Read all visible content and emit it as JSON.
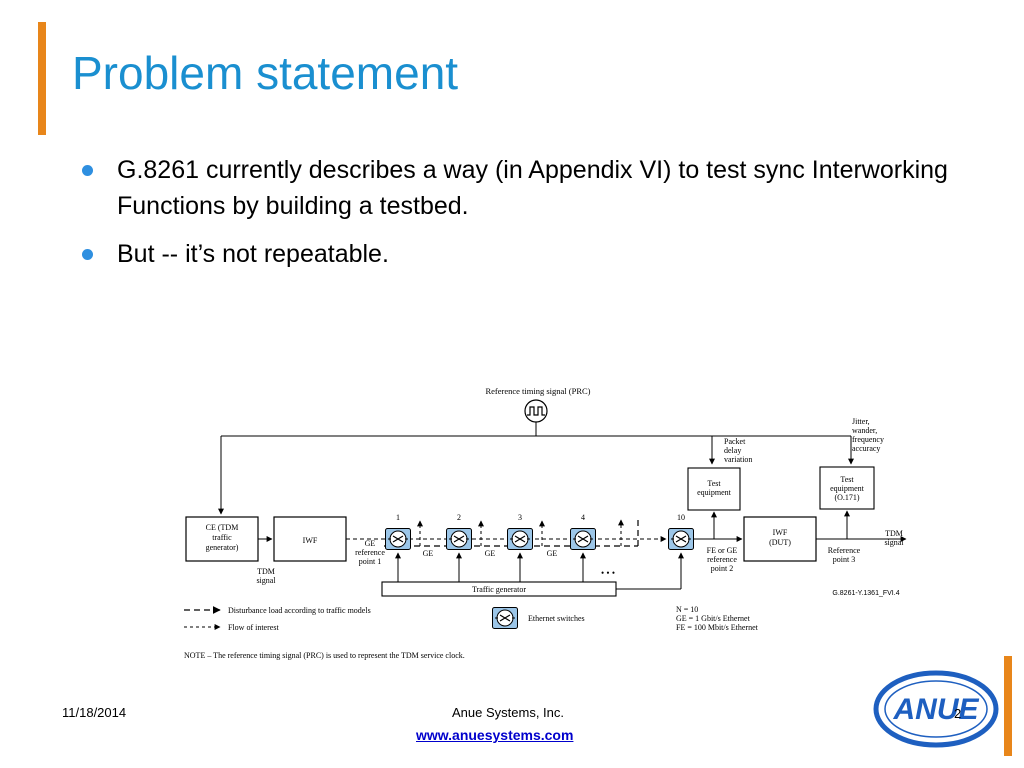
{
  "slide": {
    "title": "Problem statement",
    "bullets": [
      "G.8261 currently describes a way (in Appendix VI) to test sync Interworking Functions by building a testbed.",
      "But -- it’s not repeatable."
    ],
    "accent_color": "#E8861A",
    "title_color": "#1A8FD0",
    "bullet_color": "#2E8FE0"
  },
  "diagram": {
    "prc_label": "Reference timing signal (PRC)",
    "ce_label": [
      "CE (TDM",
      "traffic",
      "generator)"
    ],
    "iwf_label": "IWF",
    "tdm_signal_left": [
      "TDM",
      "signal"
    ],
    "ge_ref1": [
      "GE",
      "reference",
      "point 1"
    ],
    "ge_label": "GE",
    "switch_numbers": [
      "1",
      "2",
      "3",
      "4",
      "10"
    ],
    "traffic_generator": "Traffic generator",
    "ellipsis": "• • •",
    "pdv_label": [
      "Packet",
      "delay",
      "variation"
    ],
    "test_eq_left": [
      "Test",
      "equipment"
    ],
    "jitter_label": [
      "Jitter,",
      "wander,",
      "frequency",
      "accuracy"
    ],
    "test_eq_right": [
      "Test",
      "equipment",
      "(O.171)"
    ],
    "iwf_dut": [
      "IWF",
      "(DUT)"
    ],
    "fe_ge_ref2": [
      "FE or GE",
      "reference",
      "point 2"
    ],
    "ref_point3": [
      "Reference",
      "point 3"
    ],
    "tdm_signal_right": [
      "TDM",
      "signal"
    ],
    "figure_code": "G.8261-Y.1361_FVI.4",
    "legend_disturbance": "Disturbance load according to traffic models",
    "legend_flow": "Flow of interest",
    "legend_switches": "Ethernet  switches",
    "legend_defs": [
      "N = 10",
      "GE = 1 Gbit/s Ethernet",
      "FE = 100 Mbit/s Ethernet"
    ],
    "note": "NOTE – The reference timing signal (PRC) is used to represent the TDM service clock.",
    "switch_color": "#9CC6E8"
  },
  "footer": {
    "date": "11/18/2014",
    "company": "Anue Systems, Inc.",
    "url": "www.anuesystems.com",
    "page_number": "2"
  },
  "logo": {
    "text": "ANUE",
    "ring_color": "#1E5FC0"
  }
}
